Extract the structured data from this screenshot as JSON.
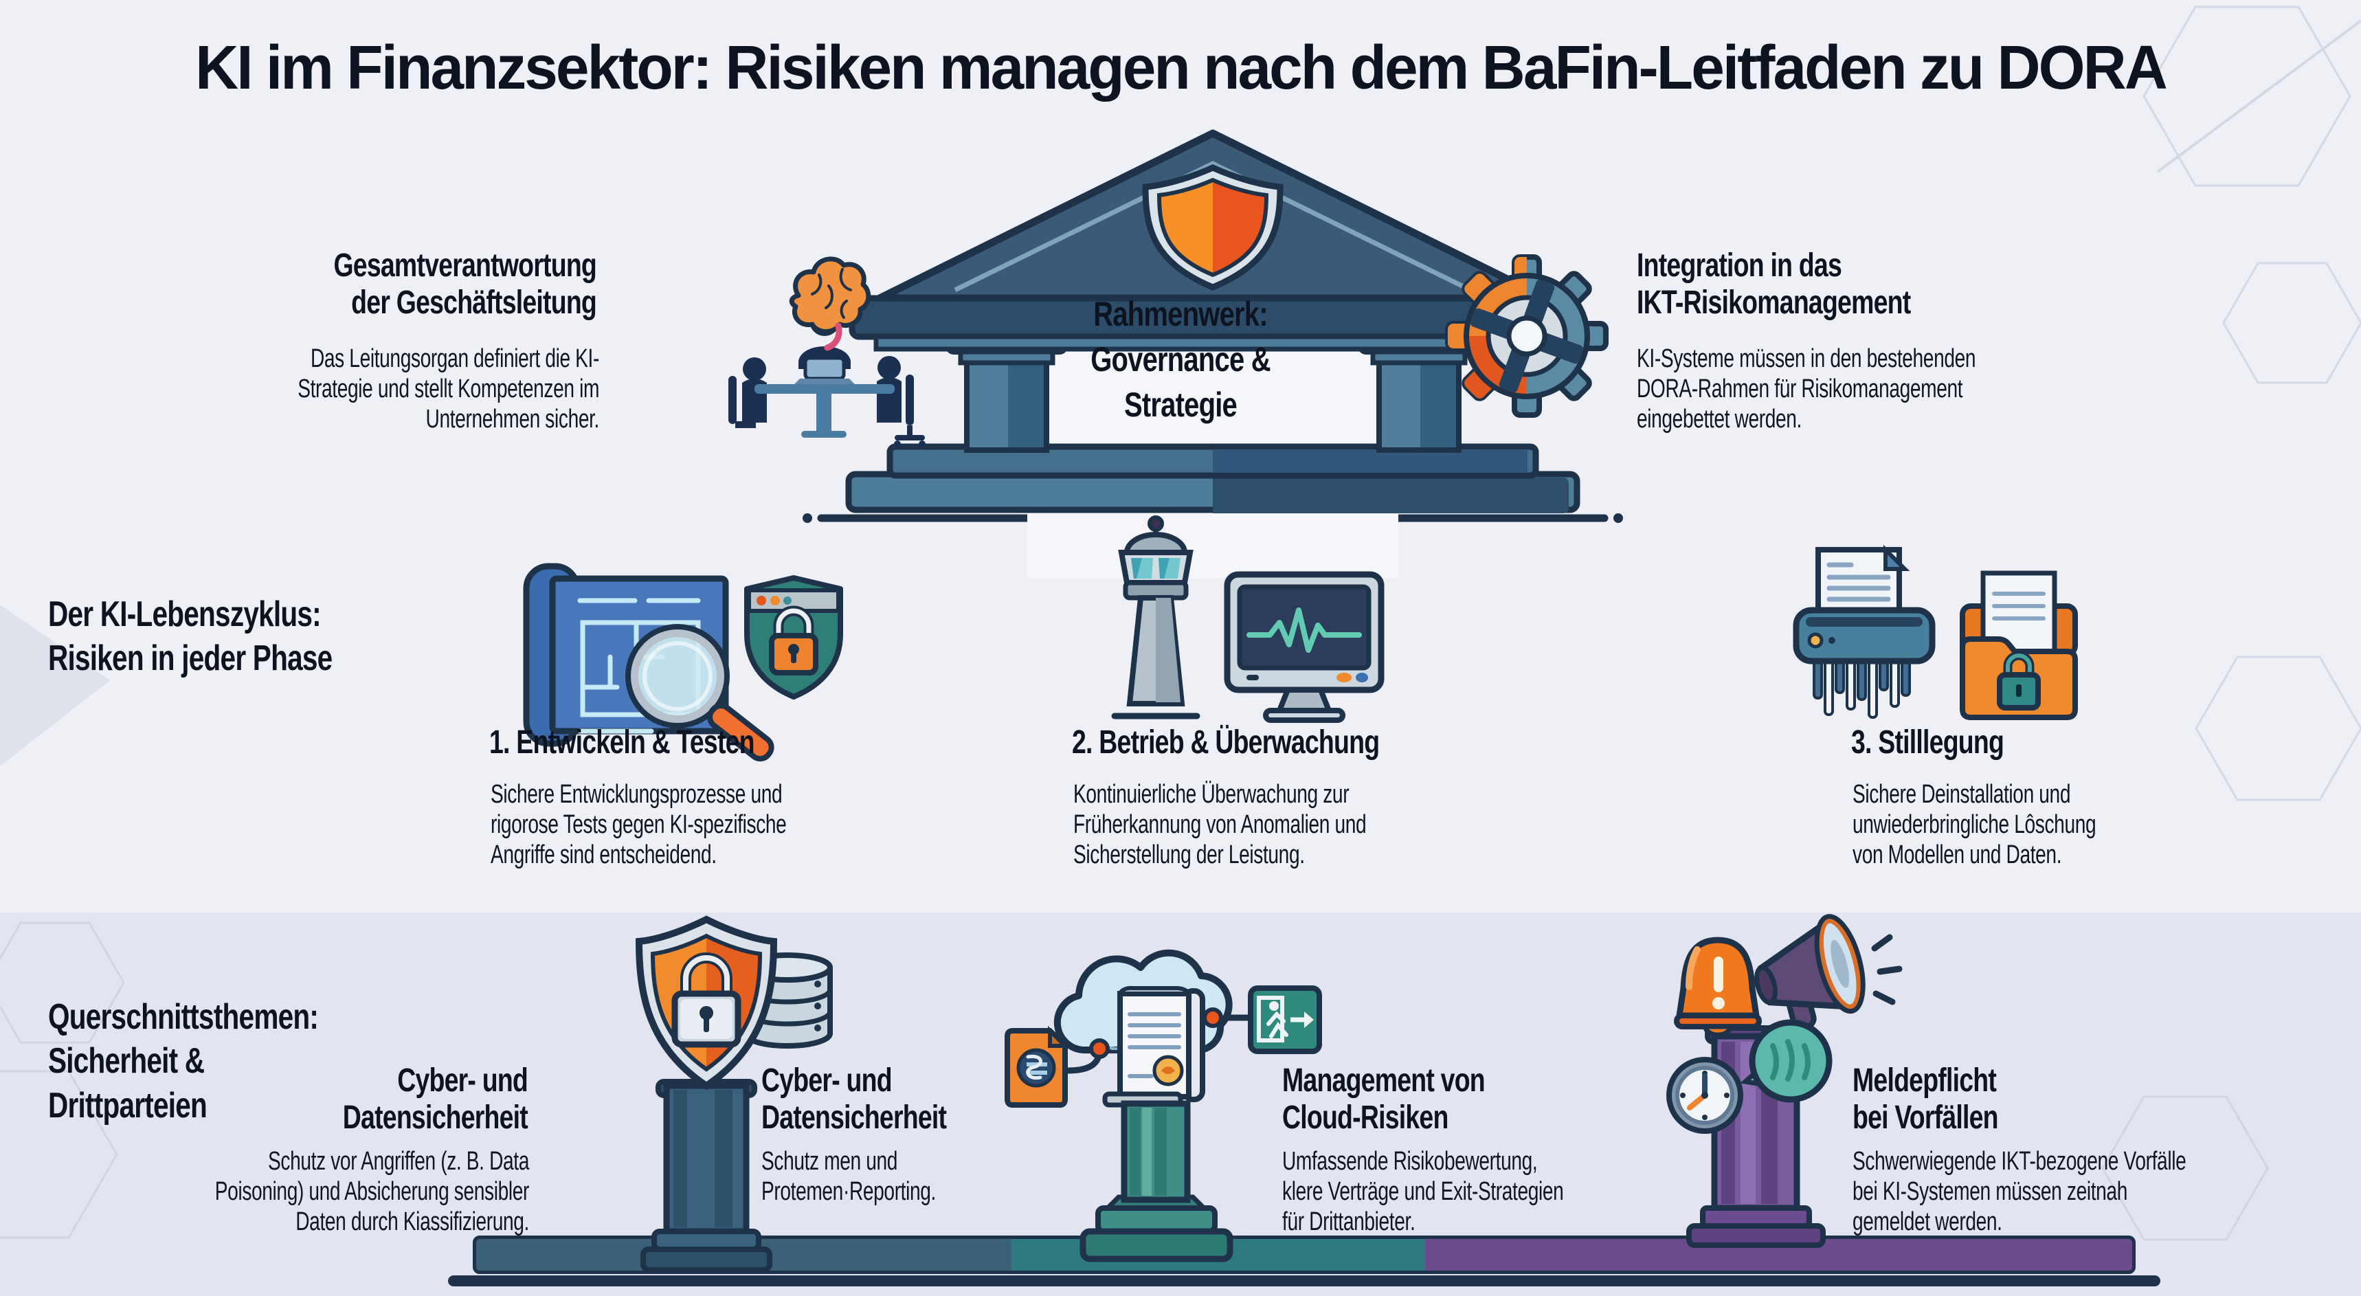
{
  "title": "KI im Finanzsektor: Risiken managen nach dem BaFin-Leitfaden zu DORA",
  "governance": {
    "left": {
      "heading": "Gesamtverantwortung\nder Geschäftsleitung",
      "body": "Das Leitungsorgan definiert die KI-\nStrategie und stellt Kompetenzen im\nUnternehmen sicher."
    },
    "center": {
      "label": "Rahmenwerk:\nGovernance &\nStrategie"
    },
    "right": {
      "heading": "Integration in das\nIKT-Risikomanagement",
      "body": "KI-Systeme müssen in den bestehenden\nDORA-Rahmen für Risikomanagement\neingebettet werden."
    }
  },
  "lifecycle": {
    "label": "Der KI-Lebenszyklus:\nRisiken in jeder Phase",
    "phases": [
      {
        "heading": "1. Entwickeln & Testen",
        "body": "Sichere Entwicklungsprozesse und\nrigorose Tests gegen KI-spezifische\nAngriffe sind entscheidend."
      },
      {
        "heading": "2. Betrieb & Überwachung",
        "body": "Kontinuierliche Überwachung zur\nFrüherkannung von Anomalien und\nSicherstellung der Leistung."
      },
      {
        "heading": "3. Stilllegung",
        "body": "Sichere Deinstallation und\nunwiederbringliche Lôschung\nvon Modellen und Daten."
      }
    ]
  },
  "crosscutting": {
    "label": "Querschnittsthemen:\nSicherheit &\nDrittparteien",
    "topics": [
      {
        "heading": "Cyber- und\nDatensicherheit",
        "body": "Schutz vor Angriffen (z. B. Data\nPoisoning) und Absicherung sensibler\nDaten durch Kiassifizierung."
      },
      {
        "heading": "Cyber- und\nDatensicherheit",
        "body": "Schutz men und\nProtemen·Reporting."
      },
      {
        "heading": "Management von\nCloud-Risiken",
        "body": "Umfassende Risikobewertung,\nklere Verträge und Exit-Strategien\nfür Drittanbieter."
      },
      {
        "heading": "Meldepflicht\nbei Vorfällen",
        "body": "Schwerwiegende IKT-bezogene Vorfälle\nbei KI-Systemen müssen zeitnah\ngemeldet werden."
      }
    ]
  },
  "icons": {
    "bank-building-icon": "temple with columns and shield pediment",
    "pediment-shield-icon": "orange shield",
    "brain-icon": "orange brain",
    "meeting-icon": "board meeting silhouettes",
    "gear-icon": "two-tone gear",
    "blueprint-icon": "blueprint with magnifying glass",
    "secure-shield-icon": "shield with padlock and browser bar",
    "control-tower-icon": "control tower",
    "monitor-icon": "monitor with heartbeat line",
    "shredder-icon": "paper shredder",
    "locked-folder-icon": "folder with padlock",
    "lock-shield-column-icon": "shield with padlock on column",
    "database-icon": "database stack",
    "document-file-icon": "orange file",
    "cloud-contract-icon": "cloud with contract on column",
    "exit-sign-icon": "exit sign with arrow",
    "clock-icon": "clock",
    "alarm-bell-icon": "alarm bell with exclamation mark",
    "megaphone-icon": "megaphone with sound lines",
    "chat-badge-icon": "teal speech badge"
  },
  "colors": {
    "background_top": "#eef0f6",
    "background_bottom": "#e2e4f0",
    "outline": "#1e3349",
    "steel_blue": "#4e7d9a",
    "navy_blue": "#2e4f6c",
    "orange": "#ef8b2c",
    "deep_orange": "#e8551f",
    "teal": "#2f8a7e",
    "teal_green": "#2d7f78",
    "purple": "#7a5b9e",
    "blueprint_blue": "#4878bb",
    "text": "#0d1420"
  }
}
